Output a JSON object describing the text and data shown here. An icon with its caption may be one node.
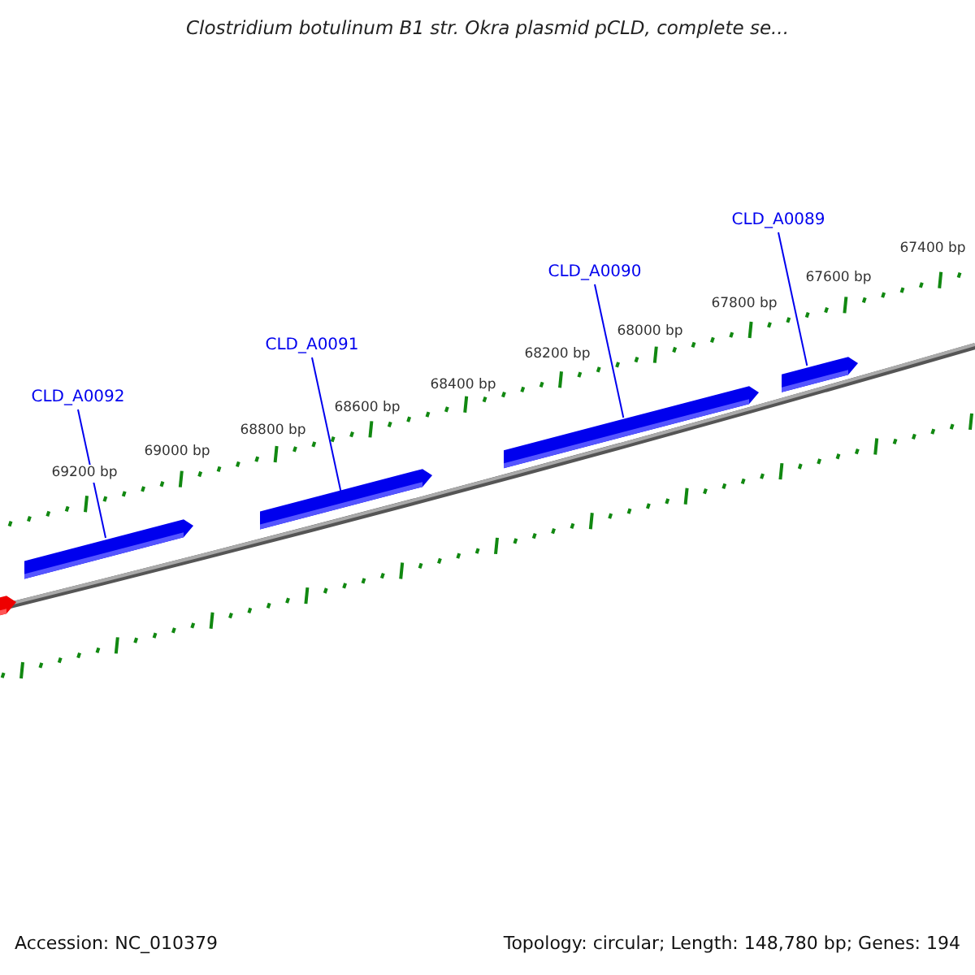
{
  "diagram": {
    "title": "Clostridium botulinum B1 str. Okra plasmid pCLD, complete se...",
    "nodes": [
      {
        "text": [
          "CLD_A0092"
        ]
      },
      {
        "text": [
          "CLD_A0091"
        ]
      },
      {
        "text": [
          "CLD_A0090"
        ]
      },
      {
        "text": [
          "CLD_A0089"
        ]
      },
      {
        "text": [],
        "shape": "bar"
      },
      {
        "text": [],
        "shape": "bar"
      },
      {
        "text": [],
        "shape": "bar"
      },
      {
        "text": [],
        "shape": "bar"
      },
      {
        "text": [],
        "shape": "bar"
      }
    ],
    "edges": [
      {
        "from": 0,
        "to": 5,
        "arrow": "none"
      },
      {
        "from": 1,
        "to": 6,
        "arrow": "none"
      },
      {
        "from": 2,
        "to": 7,
        "arrow": "none"
      },
      {
        "from": 3,
        "to": 8,
        "arrow": "none"
      }
    ],
    "labels": [
      "67400 bp",
      "67600 bp",
      "67800 bp",
      "68000 bp",
      "68200 bp",
      "68400 bp",
      "68600 bp",
      "68800 bp",
      "69000 bp",
      "69200 bp",
      "Accession: NC_010379",
      "Topology: circular; Length: 148,780 bp; Genes: 194"
    ]
  }
}
